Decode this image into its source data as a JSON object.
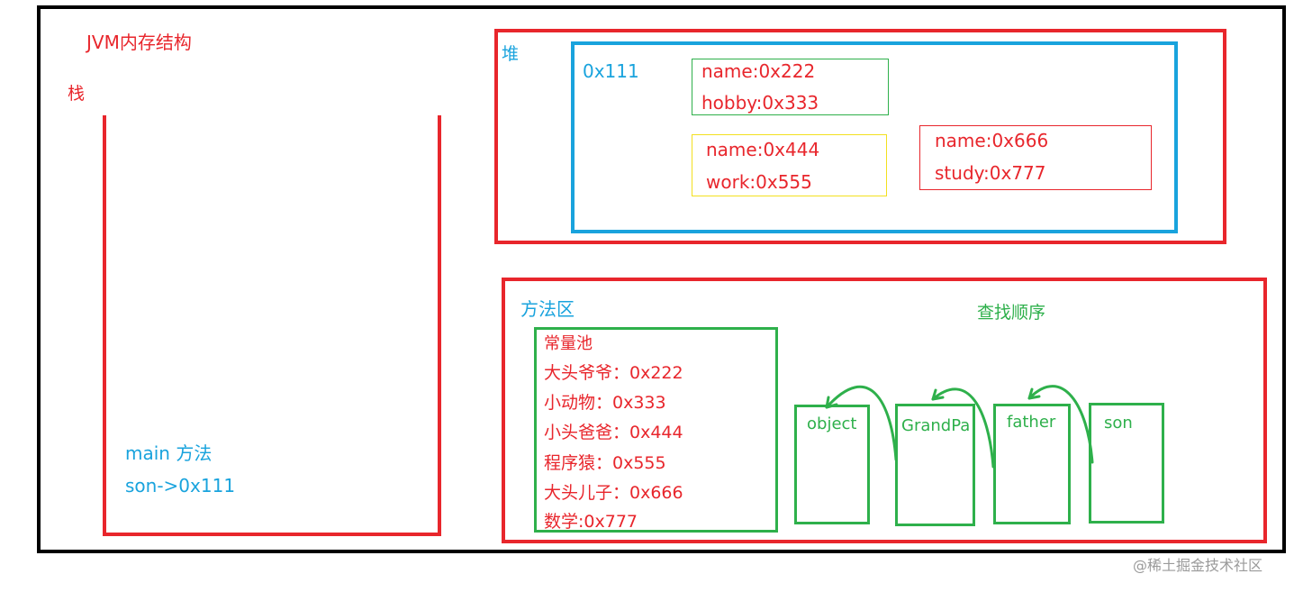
{
  "jvm_title": "JVM内存结构",
  "stack": {
    "label": "栈",
    "frame_method": "main 方法",
    "frame_ref": "son->0x111"
  },
  "heap": {
    "label": "堆",
    "object_address": "0x111",
    "grandpa_fields": [
      "name:0x222",
      "hobby:0x333"
    ],
    "father_fields": [
      "name:0x444",
      "work:0x555"
    ],
    "son_fields": [
      "name:0x666",
      "study:0x777"
    ]
  },
  "method_area": {
    "label": "方法区",
    "constant_pool": {
      "title": "常量池",
      "entries": [
        "大头爷爷：0x222",
        "小动物：0x333",
        "小头爸爸：0x444",
        "程序猿：0x555",
        "大头儿子：0x666",
        "数学:0x777"
      ]
    },
    "lookup_title": "查找顺序",
    "classes": [
      "object",
      "GrandPa",
      "father",
      "son"
    ]
  },
  "watermark": "@稀土掘金技术社区",
  "colors": {
    "red": "#e8262c",
    "blue": "#19a3dd",
    "green": "#2eb04b",
    "yellow": "#f3e01f",
    "black": "#000000"
  }
}
